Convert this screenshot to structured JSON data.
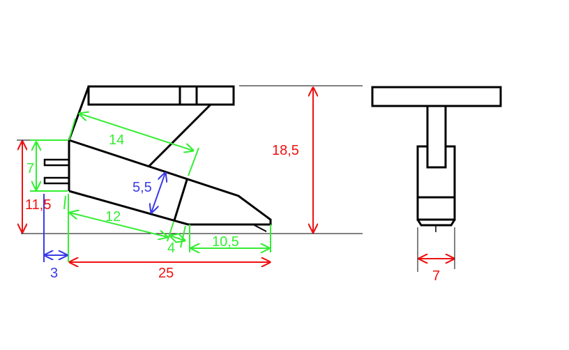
{
  "colors": {
    "outline": "#000000",
    "red": "#ee1111",
    "green": "#33ee33",
    "blue": "#3a3ae8"
  },
  "side_view": {
    "dimensions": {
      "height_total": "18,5",
      "front_height": "11,5",
      "connector_height": "7",
      "slant_length_top": "14",
      "body_thickness": "5,5",
      "slant_length_bottom": "12",
      "step": "4",
      "tip_length": "10,5",
      "pin_length": "3",
      "total_length": "25"
    }
  },
  "front_view": {
    "dimensions": {
      "width": "7"
    }
  }
}
